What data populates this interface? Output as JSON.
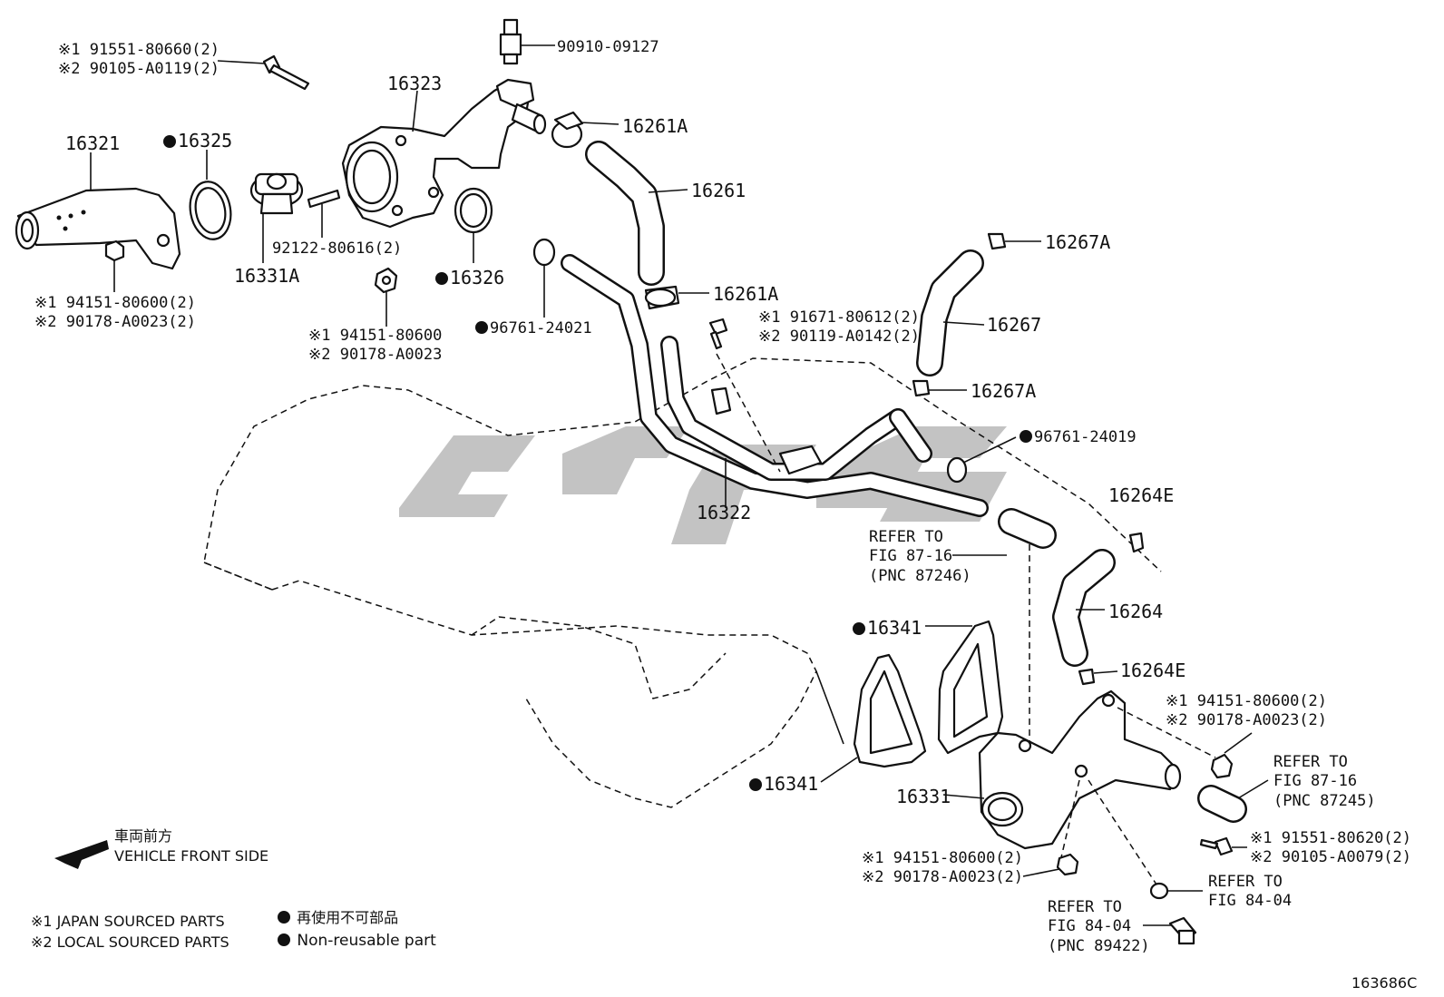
{
  "parts": {
    "p16321": "16321",
    "p16325": "16325",
    "p16323": "16323",
    "p16331A": "16331A",
    "p92122": "92122-80616(2)",
    "p16326": "16326",
    "p96761_24021": "96761-24021",
    "p90910": "90910-09127",
    "p16261A_top": "16261A",
    "p16261": "16261",
    "p16261A_mid": "16261A",
    "p16267A_top": "16267A",
    "p16267": "16267",
    "p16267A_bot": "16267A",
    "p96761_24019": "96761-24019",
    "p16322": "16322",
    "p16264E_top": "16264E",
    "p16264": "16264",
    "p16264E_bot": "16264E",
    "p16341_top": "16341",
    "p16341_bot": "16341",
    "p16331": "16331",
    "code": "163686C"
  },
  "alt_parts": {
    "bolt_top_1": "※1 91551-80660(2)",
    "bolt_top_2": "※2 90105-A0119(2)",
    "nut_left_1": "※1 94151-80600(2)",
    "nut_left_2": "※2 90178-A0023(2)",
    "nut_mid_1": "※1 94151-80600",
    "nut_mid_2": "※2 90178-A0023",
    "bolt_clamp_1": "※1 91671-80612(2)",
    "bolt_clamp_2": "※2 90119-A0142(2)",
    "nut_right_1": "※1 94151-80600(2)",
    "nut_right_2": "※2 90178-A0023(2)",
    "bolt_right_1": "※1 91551-80620(2)",
    "bolt_right_2": "※2 90105-A0079(2)",
    "nut_bottom_1": "※1 94151-80600(2)",
    "nut_bottom_2": "※2 90178-A0023(2)"
  },
  "refs": {
    "ref_87_16_a": "REFER TO\nFIG 87-16\n(PNC 87246)",
    "ref_87_16_b": "REFER TO\nFIG 87-16\n(PNC 87245)",
    "ref_84_04_a": "REFER TO\nFIG 84-04",
    "ref_84_04_b": "REFER TO\nFIG 84-04\n(PNC 89422)"
  },
  "legend": {
    "front_jp": "車両前方",
    "front_en": "VEHICLE FRONT SIDE",
    "japan_sourced": "※1 JAPAN SOURCED PARTS",
    "local_sourced": "※2 LOCAL SOURCED PARTS",
    "nonreuse_jp": "再使用不可部品",
    "nonreuse_en": "Non-reusable part"
  }
}
